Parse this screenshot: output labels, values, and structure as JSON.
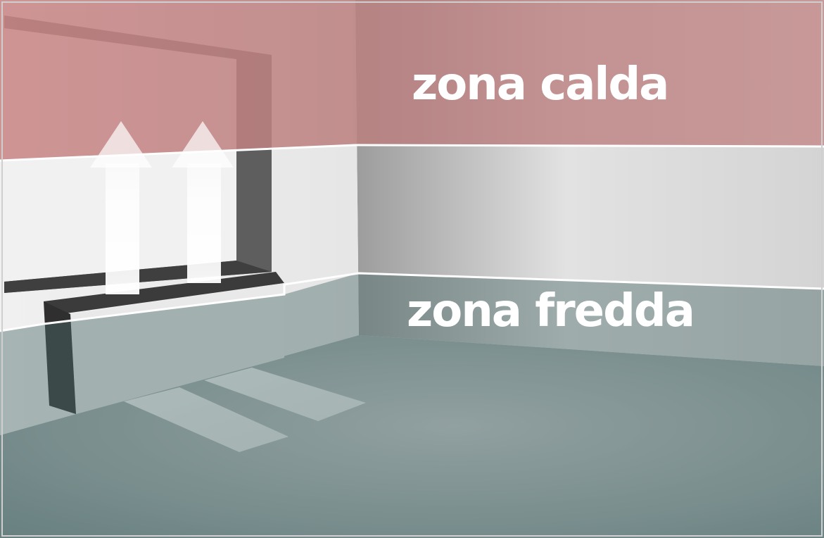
{
  "labels": {
    "hot_zone": "zona calda",
    "cold_zone": "zona fredda"
  },
  "colors": {
    "hot_zone_tint": "#c98d8d",
    "cold_zone_tint": "#5f7a7a",
    "neutral_wall": "#d9d9d9",
    "floor": "#8a9c9c",
    "arrow": "#ffffff",
    "boundary_line": "#ffffff"
  },
  "icons": {
    "up_arrows": "warm-air-up-arrow-icon",
    "floor_streams": "air-stream-icon",
    "heater": "convector-heater"
  }
}
